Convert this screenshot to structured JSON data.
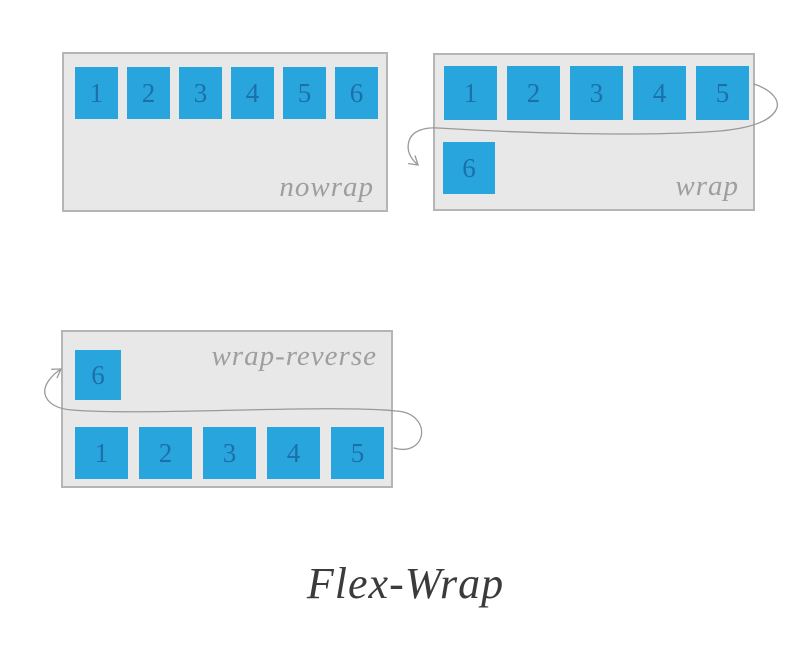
{
  "title": "Flex-Wrap",
  "colors": {
    "item_blue": "#29a5dd",
    "item_number": "#1c6fa9",
    "panel_bg": "#e8e8e8",
    "panel_border": "#b5b5b5",
    "label_gray": "#9e9e9e",
    "arrow_gray": "#999999",
    "title_color": "#3b3b3b"
  },
  "panels": {
    "nowrap": {
      "label": "nowrap",
      "items": [
        "1",
        "2",
        "3",
        "4",
        "5",
        "6"
      ]
    },
    "wrap": {
      "label": "wrap",
      "row1": [
        "1",
        "2",
        "3",
        "4",
        "5"
      ],
      "row2": [
        "6"
      ]
    },
    "wrap_reverse": {
      "label": "wrap-reverse",
      "top_row": [
        "6"
      ],
      "bottom_row": [
        "1",
        "2",
        "3",
        "4",
        "5"
      ]
    }
  }
}
